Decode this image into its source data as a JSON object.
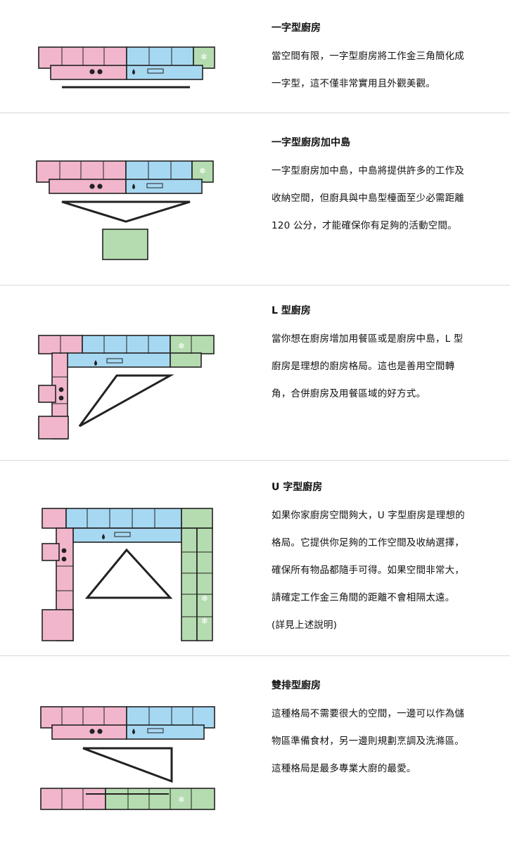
{
  "colors": {
    "pink": "#f1b6cc",
    "blue": "#a7d8f2",
    "green": "#b5dcb0",
    "outline": "#222222"
  },
  "sections": [
    {
      "title": "一字型廚房",
      "lines": [
        "當空間有限，一字型廚房將工作金三角簡化成",
        "一字型，這不僅非常實用且外觀美觀。"
      ]
    },
    {
      "title": "一字型廚房加中島",
      "lines": [
        "一字型廚房加中島，中島將提供許多的工作及",
        "收納空間，但廚具與中島型檯面至少必需距離",
        "120 公分，才能確保你有足夠的活動空間。"
      ]
    },
    {
      "title": "L 型廚房",
      "lines": [
        "當你想在廚房增加用餐區或是廚房中島，L 型",
        "廚房是理想的廚房格局。這也是善用空間轉",
        "角，合併廚房及用餐區域的好方式。"
      ]
    },
    {
      "title": "U 字型廚房",
      "lines": [
        "如果你家廚房空間夠大，U 字型廚房是理想的",
        "格局。它提供你足夠的工作空間及收納選擇，",
        "確保所有物品都隨手可得。如果空間非常大，",
        "請確定工作金三角間的距離不會相隔太遠。",
        "(詳見上述說明)"
      ]
    },
    {
      "title": "雙排型廚房",
      "lines": [
        "這種格局不需要很大的空間，一邊可以作為儲",
        "物區準備食材，另一邊則規劃烹調及洗滌區。",
        "這種格局是最多專業大廚的最愛。"
      ]
    }
  ]
}
